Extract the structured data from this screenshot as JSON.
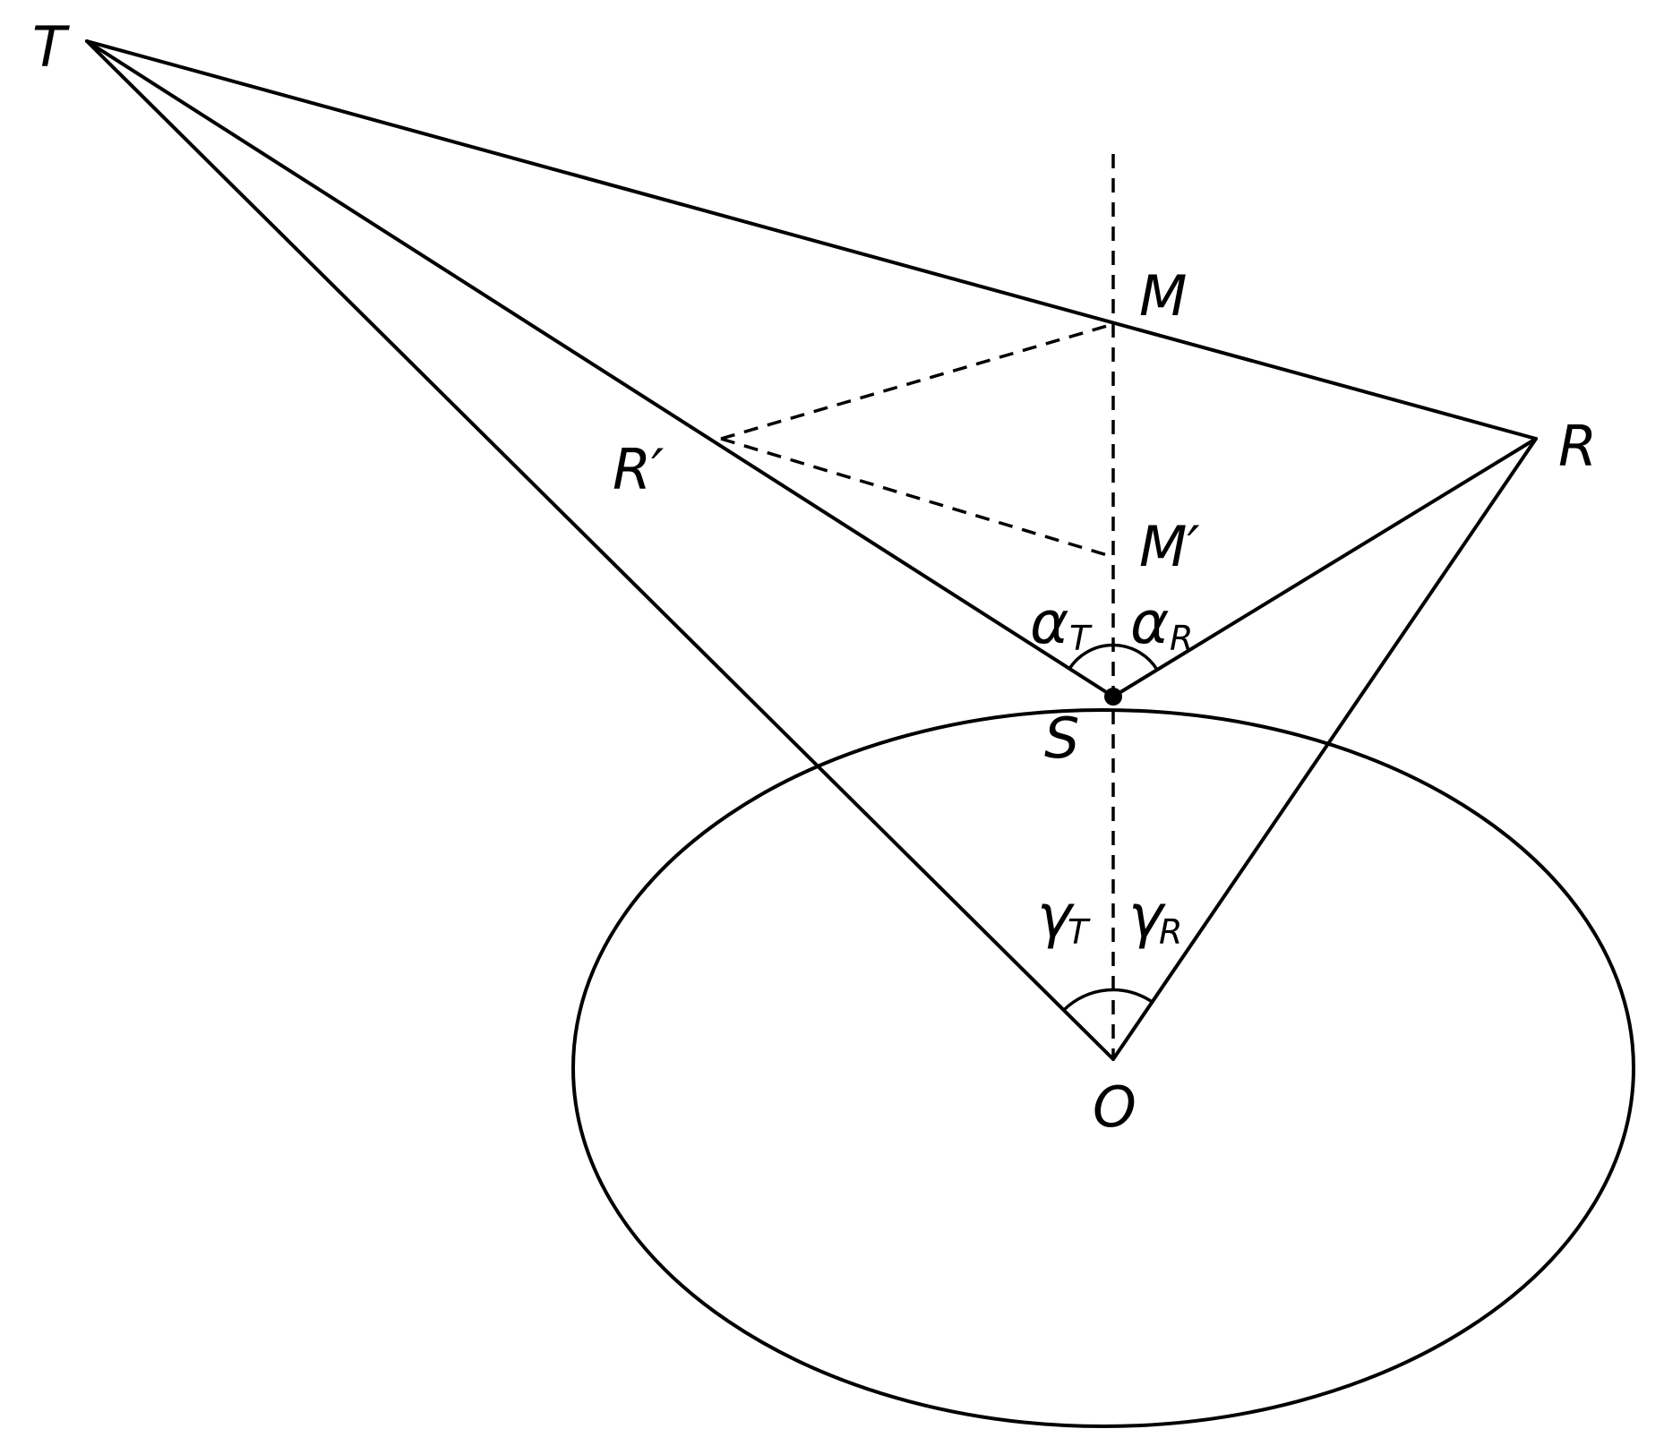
{
  "points": {
    "T": "T",
    "M": "M",
    "R": "R",
    "R_prime": "R′",
    "M_prime": "M′",
    "S": "S",
    "O": "O"
  },
  "angles": {
    "alpha": "α",
    "gamma": "γ",
    "sub_T": "T",
    "sub_R": "R"
  }
}
